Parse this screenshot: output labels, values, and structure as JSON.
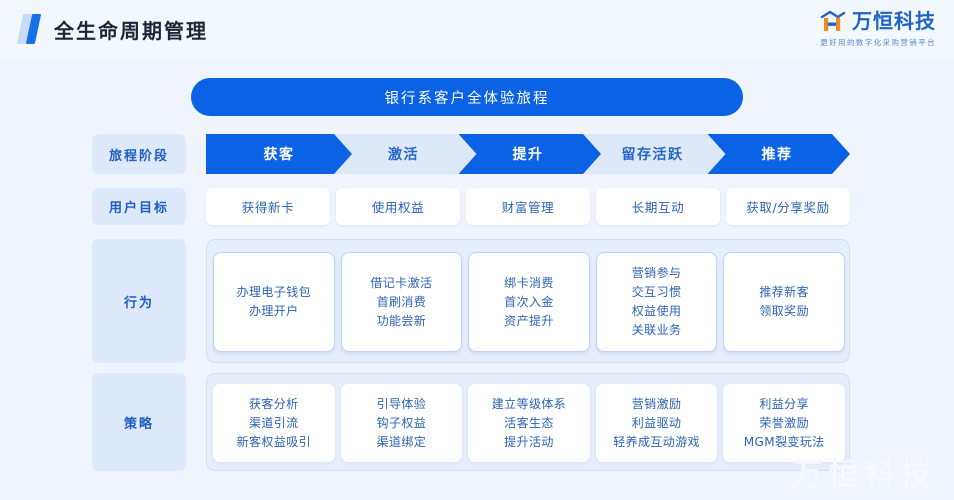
{
  "header": {
    "title": "全生命周期管理",
    "title_mark_icon": "slanted-bar-icon",
    "brand": {
      "logo_icon": "h-monogram-icon",
      "name": "万恒科技",
      "tagline": "更好用的数字化采购营销平台"
    }
  },
  "banner": {
    "title": "银行系客户全体验旅程"
  },
  "colors": {
    "accent_blue": "#0b62e4",
    "light_blue": "#dde8f8",
    "panel_blue": "#e6eefb",
    "label_blue": "#dee9fb",
    "text_blue": "#2c63b5",
    "page_bg": "#eff4fd",
    "header_bg": "#f3f7fe"
  },
  "rows": {
    "stage_label": "旅程阶段",
    "goal_label": "用户目标",
    "behavior_label": "行为",
    "strategy_label": "策略"
  },
  "stages": [
    {
      "label": "获客",
      "style": "dark"
    },
    {
      "label": "激活",
      "style": "light"
    },
    {
      "label": "提升",
      "style": "dark"
    },
    {
      "label": "留存活跃",
      "style": "light"
    },
    {
      "label": "推荐",
      "style": "dark"
    }
  ],
  "goals": [
    {
      "label": "获得新卡"
    },
    {
      "label": "使用权益"
    },
    {
      "label": "财富管理"
    },
    {
      "label": "长期互动"
    },
    {
      "label": "获取/分享奖励"
    }
  ],
  "behaviors": [
    {
      "lines": "办理电子钱包\n办理开户"
    },
    {
      "lines": "借记卡激活\n首刷消费\n功能尝新"
    },
    {
      "lines": "绑卡消费\n首次入金\n资产提升"
    },
    {
      "lines": "营销参与\n交互习惯\n权益使用\n关联业务"
    },
    {
      "lines": "推荐新客\n领取奖励"
    }
  ],
  "strategies": [
    {
      "lines": "获客分析\n渠道引流\n新客权益吸引"
    },
    {
      "lines": "引导体验\n钩子权益\n渠道绑定"
    },
    {
      "lines": "建立等级体系\n活客生态\n提升活动"
    },
    {
      "lines": "营销激励\n利益驱动\n轻养成互动游戏"
    },
    {
      "lines": "利益分享\n荣誉激励\nMGM裂变玩法"
    }
  ],
  "watermark": {
    "text": "万恒科技"
  }
}
